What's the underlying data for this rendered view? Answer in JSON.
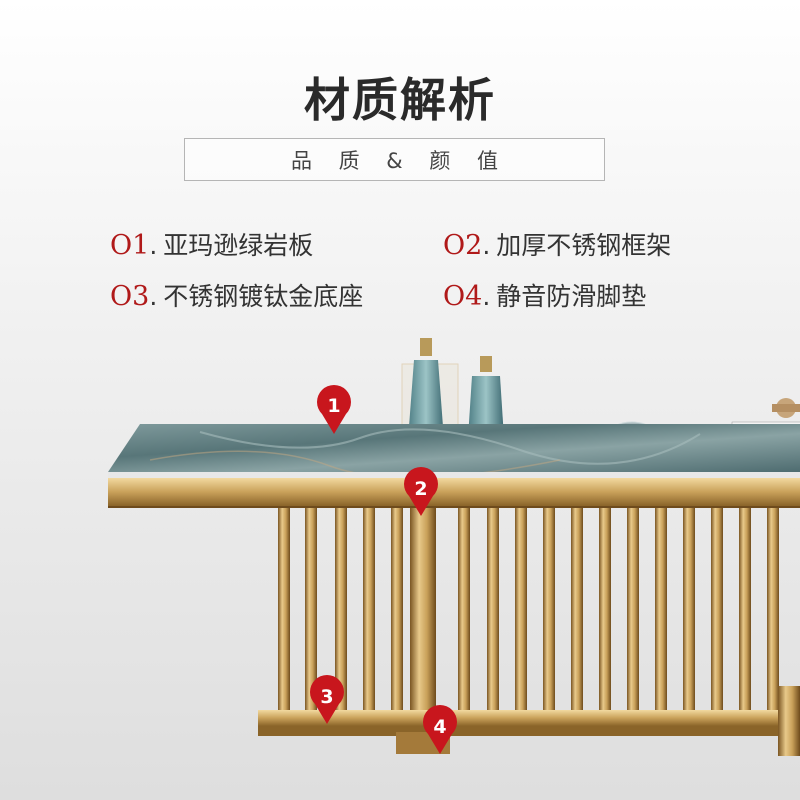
{
  "header": {
    "title": "材质解析",
    "subtitle": "品 质 & 颜 值"
  },
  "features": [
    {
      "num": "O1",
      "text": "亚玛逊绿岩板"
    },
    {
      "num": "O2",
      "text": "加厚不锈钢框架"
    },
    {
      "num": "O3",
      "text": "不锈钢镀钛金底座"
    },
    {
      "num": "O4",
      "text": "静音防滑脚垫"
    }
  ],
  "markers": [
    {
      "label": "1"
    },
    {
      "label": "2"
    },
    {
      "label": "3"
    },
    {
      "label": "4"
    }
  ],
  "colors": {
    "accent": "#b01919",
    "gold": "#c9a15a",
    "marble": "#5f7f82"
  }
}
